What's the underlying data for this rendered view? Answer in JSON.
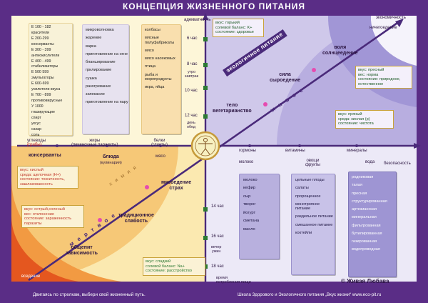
{
  "title": "КОНЦЕПЦИЯ ЖИЗНЕННОГО ПИТАНИЯ",
  "axes": {
    "top": "адекватность",
    "top_right": "экономичность",
    "right": "безопасность",
    "bottom": "время потребления пищи",
    "bottom_left": "вседение",
    "left_cat1": "углеводы",
    "left_cat1b": "(грибы)",
    "left_cat2": "жиры",
    "left_cat2b": "(печеночные паразиты)",
    "left_cat3": "белки",
    "left_cat3b": "(глисты)",
    "right_cat1": "гормоны",
    "right_cat2": "витамины",
    "right_cat3": "минералы",
    "bottom_cat1": "молоко",
    "bottom_cat2": "овощи",
    "bottom_cat2b": "фрукты",
    "bottom_cat3": "вода"
  },
  "time_upper": [
    "6 час",
    "8 час",
    "утро",
    "завтрак",
    "10 час",
    "12 час",
    "день",
    "обед"
  ],
  "time_lower": [
    "14 час",
    "16 час",
    "вечер",
    "ужин",
    "18 час"
  ],
  "top_cards": {
    "card1": [
      "Е 100 - 182",
      "красители",
      "Е 200-299",
      "консерванты",
      "Е 300 - 399",
      "антиокислители",
      "Е 400 - 499",
      "стабилизаторы",
      "Е 500 599",
      "эмульгаторы",
      "Е 600-699",
      "усилители вкуса",
      "Е 700 - 899",
      "противовирусные",
      "У 1000",
      "глазирующие",
      "спирт",
      "уксус",
      "сахар",
      "соль"
    ],
    "card2": [
      "микроволновка",
      "жарение",
      "варка",
      "приготовление на огне",
      "бланширование",
      "грилирование",
      "сушка",
      "разогревание",
      "запекание",
      "приготовление на пару"
    ],
    "card3": [
      "колбасы",
      "мясные полуфабрикаты",
      "мясо",
      "мясо насекомых",
      "птица",
      "рыба и морепродукты",
      "икра, яйца"
    ]
  },
  "bottom_cards": {
    "card1": [
      "молоко",
      "кефир",
      "сыр",
      "творог",
      "йогурт",
      "сметана",
      "масло"
    ],
    "card2": [
      "цельные плоды",
      "салаты",
      "пророщенное",
      "монотропное питание",
      "раздельное питание",
      "смешанное питание",
      "коктейли"
    ],
    "card3": [
      "родниковая",
      "талая",
      "пресная",
      "структурированная",
      "артезианская",
      "минеральная",
      "фильтрованная",
      "бутилированная",
      "газированная",
      "водопроводная"
    ]
  },
  "info_boxes": [
    {
      "lines": [
        "вкус: горький",
        "солевой баланс: K+",
        "состояние: здоровье"
      ]
    },
    {
      "lines": [
        "вкус: пресный",
        "вес: норма",
        "состояние: природное,",
        "естественное"
      ]
    },
    {
      "lines": [
        "вкус: пряный",
        "среда: кислая (р)",
        "состояние: чистота"
      ]
    },
    {
      "lines": [
        "вкус: кислый",
        "среда: щелочная (H+)",
        "состояние: токсичность,",
        "зашлакованность"
      ]
    },
    {
      "lines": [
        "вкус: острый,соленый",
        "вес: отклонение",
        "состояние: зараженность",
        "паразиты"
      ]
    },
    {
      "lines": [
        "вкус: сладкий",
        "солевой баланс: Na+",
        "состояние: расстройство"
      ]
    }
  ],
  "zones": {
    "eco": "экологичное питание",
    "nichego": "ничегоедение",
    "volya": "воля",
    "solnce": "солнцеедение",
    "sila": "сила",
    "syroedenie": "сыроедение",
    "telo": "тело",
    "vegetarianstvo": "вегетарианство",
    "zhivoe": "живое",
    "konservanty": "консерванты",
    "bluda": "блюда",
    "kulinariya": "(кулинария)",
    "myaso": "мясо",
    "myasoedenie": "мясоедение",
    "strah": "страх",
    "himiya": "химия",
    "traditsionnoe": "традиционное",
    "slabost": "слабость",
    "mertvoe": "мертвое",
    "obshchepit": "общепит",
    "zavisimost": "зависимость"
  },
  "footer": {
    "left": "Двигаясь по стрелкам, выбери свой жизненный путь.",
    "right": "Школа Здорового и Экологичного питания „Вкус жизни“  www.eco-pit.ru",
    "copyright": "© Живая Любава"
  },
  "colors": {
    "frame": "#5a2d86",
    "lavender": "#c9c3e8",
    "orange": "#f07a1e",
    "cream": "#fbe9b0"
  }
}
